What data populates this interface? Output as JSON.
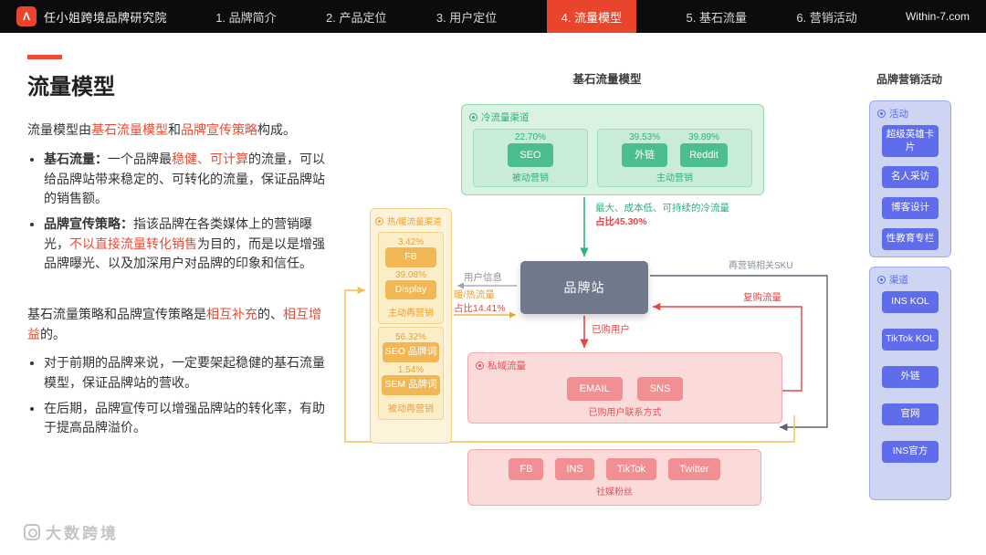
{
  "colors": {
    "nav_active": "#e8452c",
    "accent_red": "#ee4b33",
    "green": "#2eaf7d",
    "orange": "#ef9f2e",
    "pink": "#e8505b",
    "blue": "#5b6ee8",
    "brand_site_gray": "#6f798b"
  },
  "topbar": {
    "brand": "任小姐跨境品牌研究院",
    "nav": [
      {
        "label": "1. 品牌简介"
      },
      {
        "label": "2. 产品定位"
      },
      {
        "label": "3. 用户定位"
      },
      {
        "label": "4. 流量模型"
      },
      {
        "label": "5. 基石流量"
      },
      {
        "label": "6. 营销活动"
      }
    ],
    "active_index": 3,
    "site": "Within-7.com"
  },
  "left": {
    "title": "流量模型",
    "intro": {
      "s0": "流量模型由",
      "s1": "基石流量模型",
      "s2": "和",
      "s3": "品牌宣传策略",
      "s4": "构成。"
    },
    "bullet1": {
      "lead": "基石流量：",
      "s0": "一个品牌最",
      "s1": "稳健、可计算",
      "s2": "的流量，可以给品牌站带来稳定的、可转化的流量，保证品牌站的销售额。"
    },
    "bullet2": {
      "lead": "品牌宣传策略：",
      "s0": "指该品牌在各类媒体上的营销曝光，",
      "s1": "不以直接流量转化销售",
      "s2": "为目的，而是以是增强品牌曝光、以及加深用户对品牌的印象和信任。"
    },
    "para2": {
      "s0": "基石流量策略和品牌宣传策略是",
      "s1": "相互补充",
      "s2": "的、",
      "s3": "相互增益",
      "s4": "的。"
    },
    "bullet3": "对于前期的品牌来说，一定要架起稳健的基石流量模型，保证品牌站的营收。",
    "bullet4": "在后期，品牌宣传可以增强品牌站的转化率，有助于提高品牌溢价。"
  },
  "diagram": {
    "title": "基石流量模型",
    "cold": {
      "label": "冷流量渠道",
      "passive_label": "被动营销",
      "active_label": "主动营销",
      "items": [
        {
          "name": "SEO",
          "pct": "22.70%"
        },
        {
          "name": "外链",
          "pct": "39.53%"
        },
        {
          "name": "Reddit",
          "pct": "39.89%"
        }
      ],
      "note_line1": "最大、成本低、可持续的冷流量",
      "note_line2": "占比45.30%"
    },
    "warm": {
      "label": "热/暖流量渠道",
      "active_label": "主动再营销",
      "passive_label": "被动再营销",
      "items": [
        {
          "name": "FB",
          "pct": "3.42%"
        },
        {
          "name": "Display",
          "pct": "39.08%"
        },
        {
          "name": "SEO 品牌词",
          "pct": "56.32%"
        },
        {
          "name": "SEM 品牌词",
          "pct": "1.54%"
        }
      ]
    },
    "brand_site": "品牌站",
    "flow_labels": {
      "user_info": "用户信息",
      "warm_line1": "暖/热流量",
      "warm_line2": "占比14.41%",
      "purchased": "已购用户",
      "repurchase": "复购流量",
      "sku": "再营销相关SKU"
    },
    "private": {
      "label": "私域流量",
      "items": [
        "EMAIL",
        "SNS"
      ],
      "caption": "已购用户联系方式"
    },
    "social": {
      "items": [
        "FB",
        "INS",
        "TikTok",
        "Twitter"
      ],
      "caption": "社媒粉丝"
    }
  },
  "right": {
    "title": "品牌营销活动",
    "panels": [
      {
        "label": "活动",
        "items": [
          "超级英雄卡片",
          "名人采访",
          "博客设计",
          "性教育专栏"
        ]
      },
      {
        "label": "渠道",
        "items": [
          "INS KOL",
          "TikTok KOL",
          "外链",
          "官网",
          "INS官方"
        ]
      }
    ]
  },
  "footer": {
    "watermark": "大数跨境"
  }
}
